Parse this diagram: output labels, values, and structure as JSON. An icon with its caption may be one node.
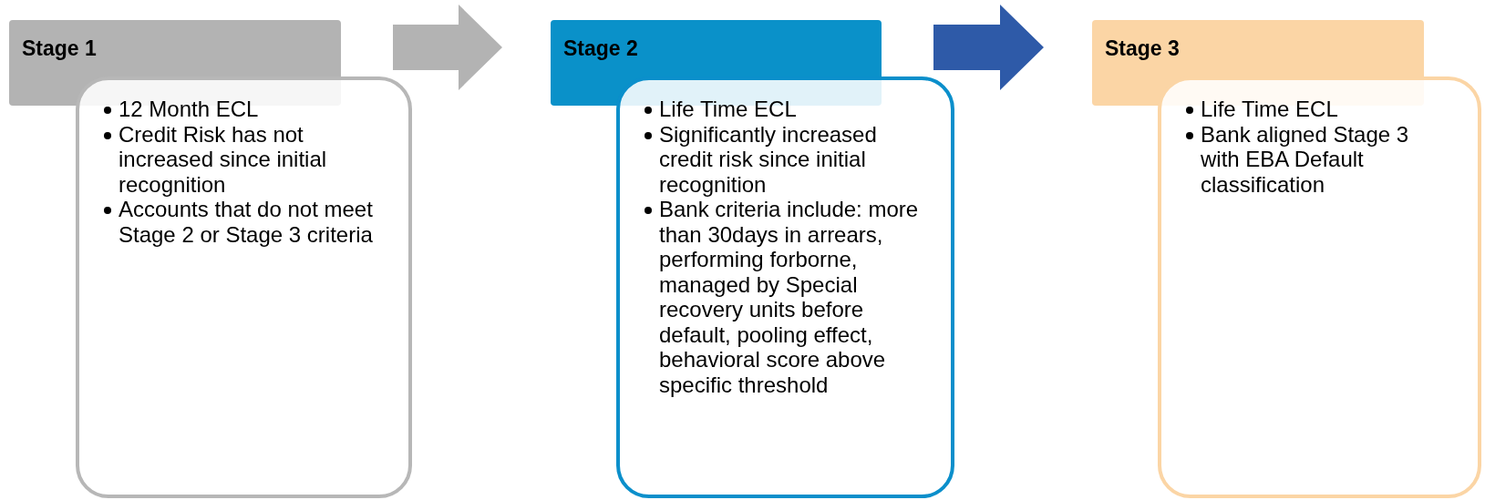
{
  "diagram": {
    "nodes": [
      {
        "text": [
          "Stage 1"
        ]
      },
      {
        "text": [
          "12 Month ECL",
          "Credit Risk has not increased since initial recognition",
          "Accounts that do not meet Stage 2 or Stage 3 criteria"
        ]
      },
      {
        "text": [
          "Stage 2"
        ]
      },
      {
        "text": [
          "Life Time ECL",
          "Significantly increased credit risk since initial recognition",
          "Bank criteria include: more than 30days in arrears, performing forborne, managed by Special recovery units before default, pooling effect, behavioral score above specific threshold"
        ]
      },
      {
        "text": [
          "Stage 3"
        ]
      },
      {
        "text": [
          "Life Time ECL",
          "Bank aligned Stage 3 with EBA Default classification"
        ]
      }
    ],
    "edges": [
      {
        "from": 0,
        "to": 2,
        "arrow": "to",
        "style": "thick",
        "color": "#b3b3b3"
      },
      {
        "from": 2,
        "to": 4,
        "arrow": "to",
        "style": "thick",
        "color": "#2e5aa8"
      }
    ]
  }
}
